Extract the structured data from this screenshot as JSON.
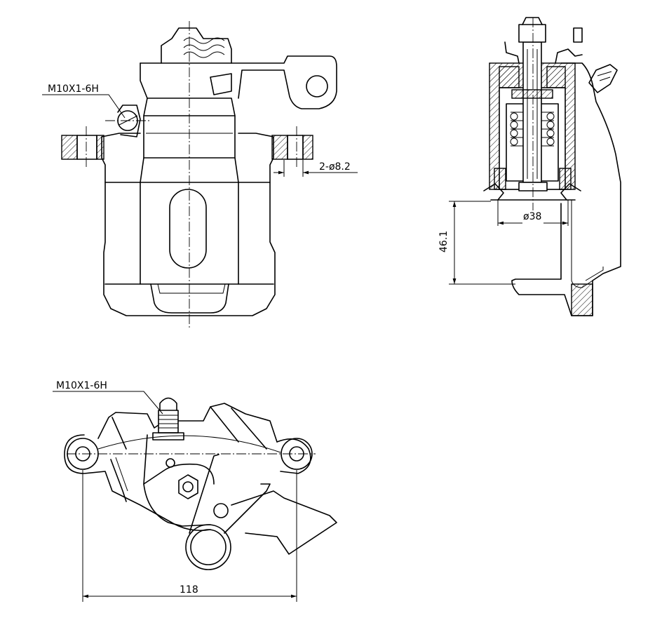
{
  "labels": {
    "thread_front": "M10X1-6H",
    "hole_dim": "2-ø8.2",
    "piston_dia": "ø38",
    "height_dim": "46.1",
    "thread_bottom": "M10X1-6H",
    "mount_span": "118"
  }
}
